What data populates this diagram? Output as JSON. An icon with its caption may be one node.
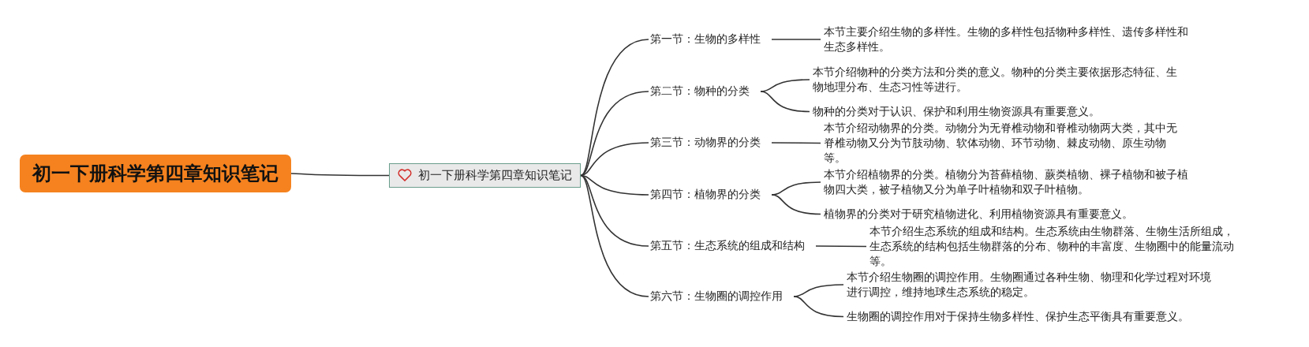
{
  "diagram": {
    "nodes": [
      {
        "text": [
          "初一下册科学第四章知识笔记"
        ]
      },
      {
        "text": [
          "初一下册科学第四章知识笔记"
        ]
      },
      {
        "text": [
          "第一节：生物的多样性"
        ]
      },
      {
        "text": [
          "本节主要介绍生物的多样性。生物的多样性包括物种多样性、遗传多样性和生态多样性。"
        ]
      },
      {
        "text": [
          "第二节：物种的分类"
        ]
      },
      {
        "text": [
          "本节介绍物种的分类方法和分类的意义。物种的分类主要依据形态特征、生物地理分布、生态习性等进行。"
        ]
      },
      {
        "text": [
          "物种的分类对于认识、保护和利用生物资源具有重要意义。"
        ]
      },
      {
        "text": [
          "第三节：动物界的分类"
        ]
      },
      {
        "text": [
          "本节介绍动物界的分类。动物分为无脊椎动物和脊椎动物两大类，其中无脊椎动物又分为节肢动物、软体动物、环节动物、棘皮动物、原生动物等。"
        ]
      },
      {
        "text": [
          "第四节：植物界的分类"
        ]
      },
      {
        "text": [
          "本节介绍植物界的分类。植物分为苔藓植物、蕨类植物、裸子植物和被子植物四大类，被子植物又分为单子叶植物和双子叶植物。"
        ]
      },
      {
        "text": [
          "植物界的分类对于研究植物进化、利用植物资源具有重要意义。"
        ]
      },
      {
        "text": [
          "第五节：生态系统的组成和结构"
        ]
      },
      {
        "text": [
          "本节介绍生态系统的组成和结构。生态系统由生物群落、生物生活所组成，生态系统的结构包括生物群落的分布、物种的丰富度、生物圈中的能量流动等。"
        ]
      },
      {
        "text": [
          "第六节：生物圈的调控作用"
        ]
      },
      {
        "text": [
          "本节介绍生物圈的调控作用。生物圈通过各种生物、物理和化学过程对环境进行调控，维持地球生态系统的稳定。"
        ]
      },
      {
        "text": [
          "生物圈的调控作用对于保持生物多样性、保护生态平衡具有重要意义。"
        ]
      }
    ],
    "edges": [
      {
        "from": 0,
        "to": 1,
        "arrow": "none"
      },
      {
        "from": 1,
        "to": 2,
        "arrow": "none"
      },
      {
        "from": 1,
        "to": 4,
        "arrow": "none"
      },
      {
        "from": 1,
        "to": 7,
        "arrow": "none"
      },
      {
        "from": 1,
        "to": 9,
        "arrow": "none"
      },
      {
        "from": 1,
        "to": 12,
        "arrow": "none"
      },
      {
        "from": 1,
        "to": 14,
        "arrow": "none"
      },
      {
        "from": 2,
        "to": 3,
        "arrow": "none"
      },
      {
        "from": 4,
        "to": 5,
        "arrow": "none"
      },
      {
        "from": 4,
        "to": 6,
        "arrow": "none"
      },
      {
        "from": 7,
        "to": 8,
        "arrow": "none"
      },
      {
        "from": 9,
        "to": 10,
        "arrow": "none"
      },
      {
        "from": 9,
        "to": 11,
        "arrow": "none"
      },
      {
        "from": 12,
        "to": 13,
        "arrow": "none"
      },
      {
        "from": 14,
        "to": 15,
        "arrow": "none"
      },
      {
        "from": 14,
        "to": 16,
        "arrow": "none"
      }
    ]
  }
}
